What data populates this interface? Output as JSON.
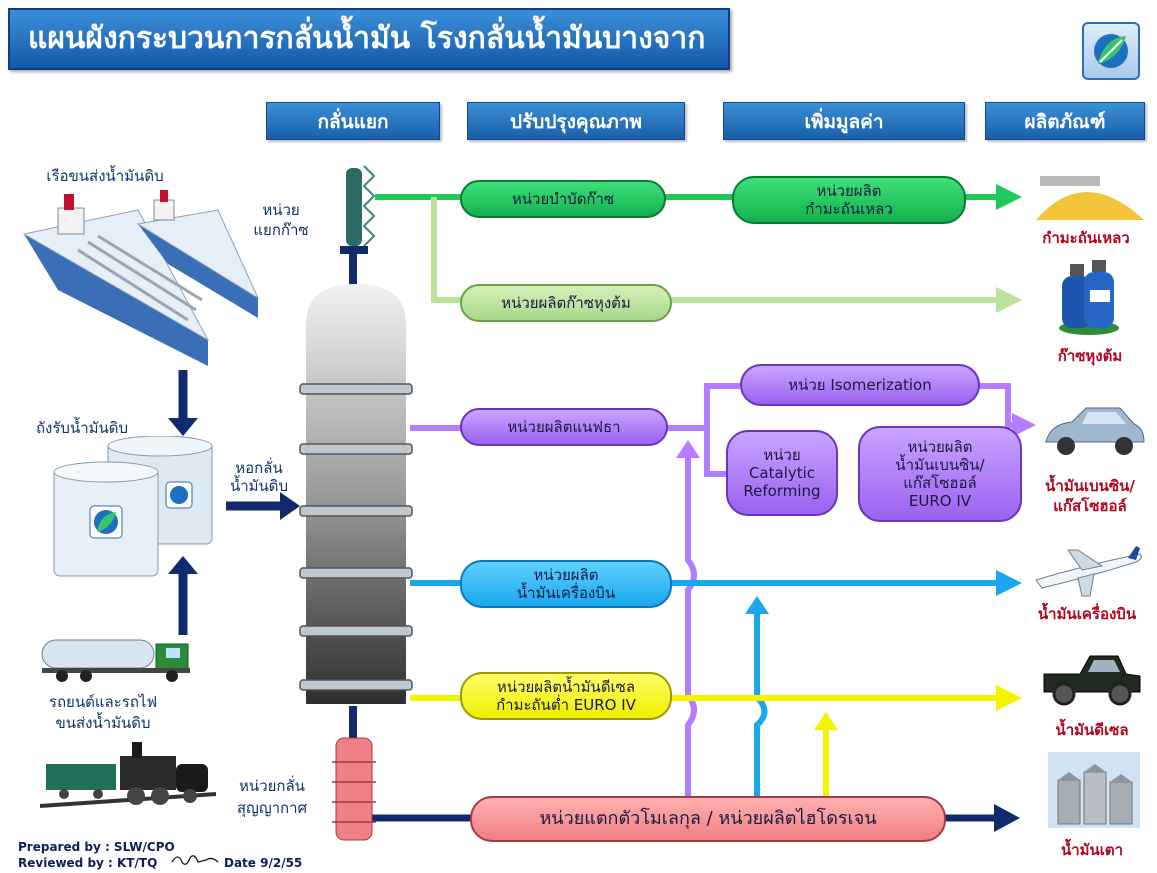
{
  "title": "แผนผังกระบวนการกลั่นน้ำมัน โรงกลั่นน้ำมันบางจาก",
  "headers": [
    "กลั่นแยก",
    "ปรับปรุงคุณภาพ",
    "เพิ่มมูลค่า",
    "ผลิตภัณฑ์"
  ],
  "left_labels": {
    "ship": "เรือขนส่งน้ำมันดิบ",
    "tank": "ถังรับน้ำมันดิบ",
    "transport_1": "รถยนต์และรถไฟ",
    "transport_2": "ขนส่งน้ำมันดิบ"
  },
  "column_labels": {
    "gas_sep_1": "หน่วย",
    "gas_sep_2": "แยกก๊าซ",
    "tower_1": "หอกลั่น",
    "tower_2": "น้ำมันดิบ",
    "vac_1": "หน่วยกลั่น",
    "vac_2": "สุญญากาศ"
  },
  "units": {
    "gas_treat": "หน่วยบำบัดก๊าซ",
    "sulfur_1": "หน่วยผลิต",
    "sulfur_2": "กำมะถันเหลว",
    "lpg": "หน่วยผลิตก๊าซหุงต้ม",
    "naphtha": "หน่วยผลิตแนฟธา",
    "isom": "หน่วย Isomerization",
    "cat_1": "หน่วย",
    "cat_2": "Catalytic",
    "cat_3": "Reforming",
    "gasoline_1": "หน่วยผลิต",
    "gasoline_2": "น้ำมันเบนซิน/",
    "gasoline_3": "แก๊สโซฮอล์",
    "gasoline_4": "EURO IV",
    "jet_1": "หน่วยผลิต",
    "jet_2": "น้ำมันเครื่องบิน",
    "diesel_1": "หน่วยผลิตน้ำมันดีเซล",
    "diesel_2": "กำมะถันต่ำ EURO IV",
    "cracking": "หน่วยแตกตัวโมเลกุล / หน่วยผลิตไฮโดรเจน"
  },
  "products": {
    "sulfur": "กำมะถันเหลว",
    "lpg": "ก๊าซหุงต้ม",
    "gasoline_1": "น้ำมันเบนซิน/",
    "gasoline_2": "แก๊สโซฮอล์",
    "jet": "น้ำมันเครื่องบิน",
    "diesel": "น้ำมันดีเซล",
    "fuel_oil": "น้ำมันเตา"
  },
  "footer": {
    "prepared": "Prepared by : SLW/CPO",
    "reviewed": "Reviewed by : KT/TQ",
    "date": "Date 9/2/55"
  },
  "colors": {
    "green": "#1ec95a",
    "light_green": "#b9e29b",
    "purple": "#b47dff",
    "blue": "#19a8ee",
    "yellow": "#f4f400",
    "navy": "#102a6b"
  },
  "icons": [
    "leaf-logo-icon",
    "ship-icon",
    "storage-tank-icon",
    "tanker-truck-icon",
    "train-icon",
    "sulfur-pile-icon",
    "lpg-cylinder-icon",
    "car-icon",
    "airplane-icon",
    "pickup-truck-icon",
    "fuel-silo-icon"
  ]
}
